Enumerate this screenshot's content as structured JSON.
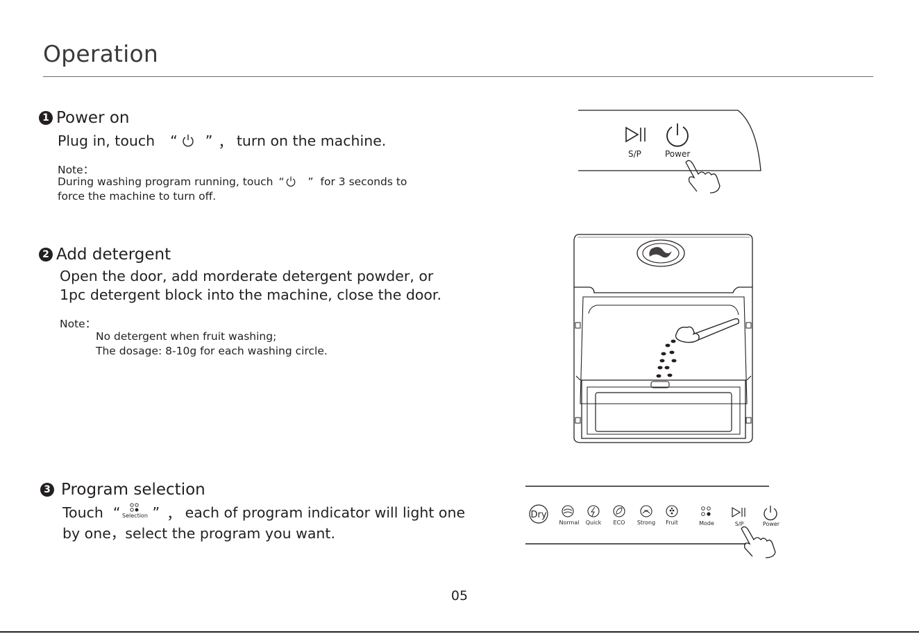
{
  "page": {
    "title": "Operation",
    "page_number": "05"
  },
  "step1": {
    "number": "1",
    "heading": "Power on",
    "line_prefix": "Plug in, touch",
    "open_quote": "“",
    "close_quote": "”",
    "comma": "，",
    "line_suffix": "turn on the machine.",
    "note_label": "Note：",
    "note_line1_prefix": "During washing program running, touch",
    "note_open_quote": "“",
    "note_close_quote": "”",
    "note_line1_suffix": "for 3 seconds to",
    "note_line2": "force the machine to turn off."
  },
  "step2": {
    "number": "2",
    "heading": "Add detergent",
    "line1": "Open the door, add morderate detergent powder, or",
    "line2": "1pc detergent block into the machine, close the door.",
    "note_label": "Note：",
    "note_line1": "No detergent when fruit washing;",
    "note_line2": "The dosage: 8-10g for each washing circle."
  },
  "step3": {
    "number": "3",
    "heading": "Program selection",
    "line1_prefix": "Touch",
    "open_quote": "“",
    "close_quote": "”",
    "comma": "，",
    "selection_label": "Selection",
    "line1_suffix": "each of program indicator will light one",
    "line2": "by one，select the program you want."
  },
  "panel_top": {
    "sp_label": "S/P",
    "power_label": "Power"
  },
  "panel_bottom": {
    "dry_label": "Dry",
    "programs": [
      "Normal",
      "Quick",
      "ECO",
      "Strong",
      "Fruit"
    ],
    "mode_label": "Mode",
    "sp_label": "S/P",
    "power_label": "Power"
  }
}
